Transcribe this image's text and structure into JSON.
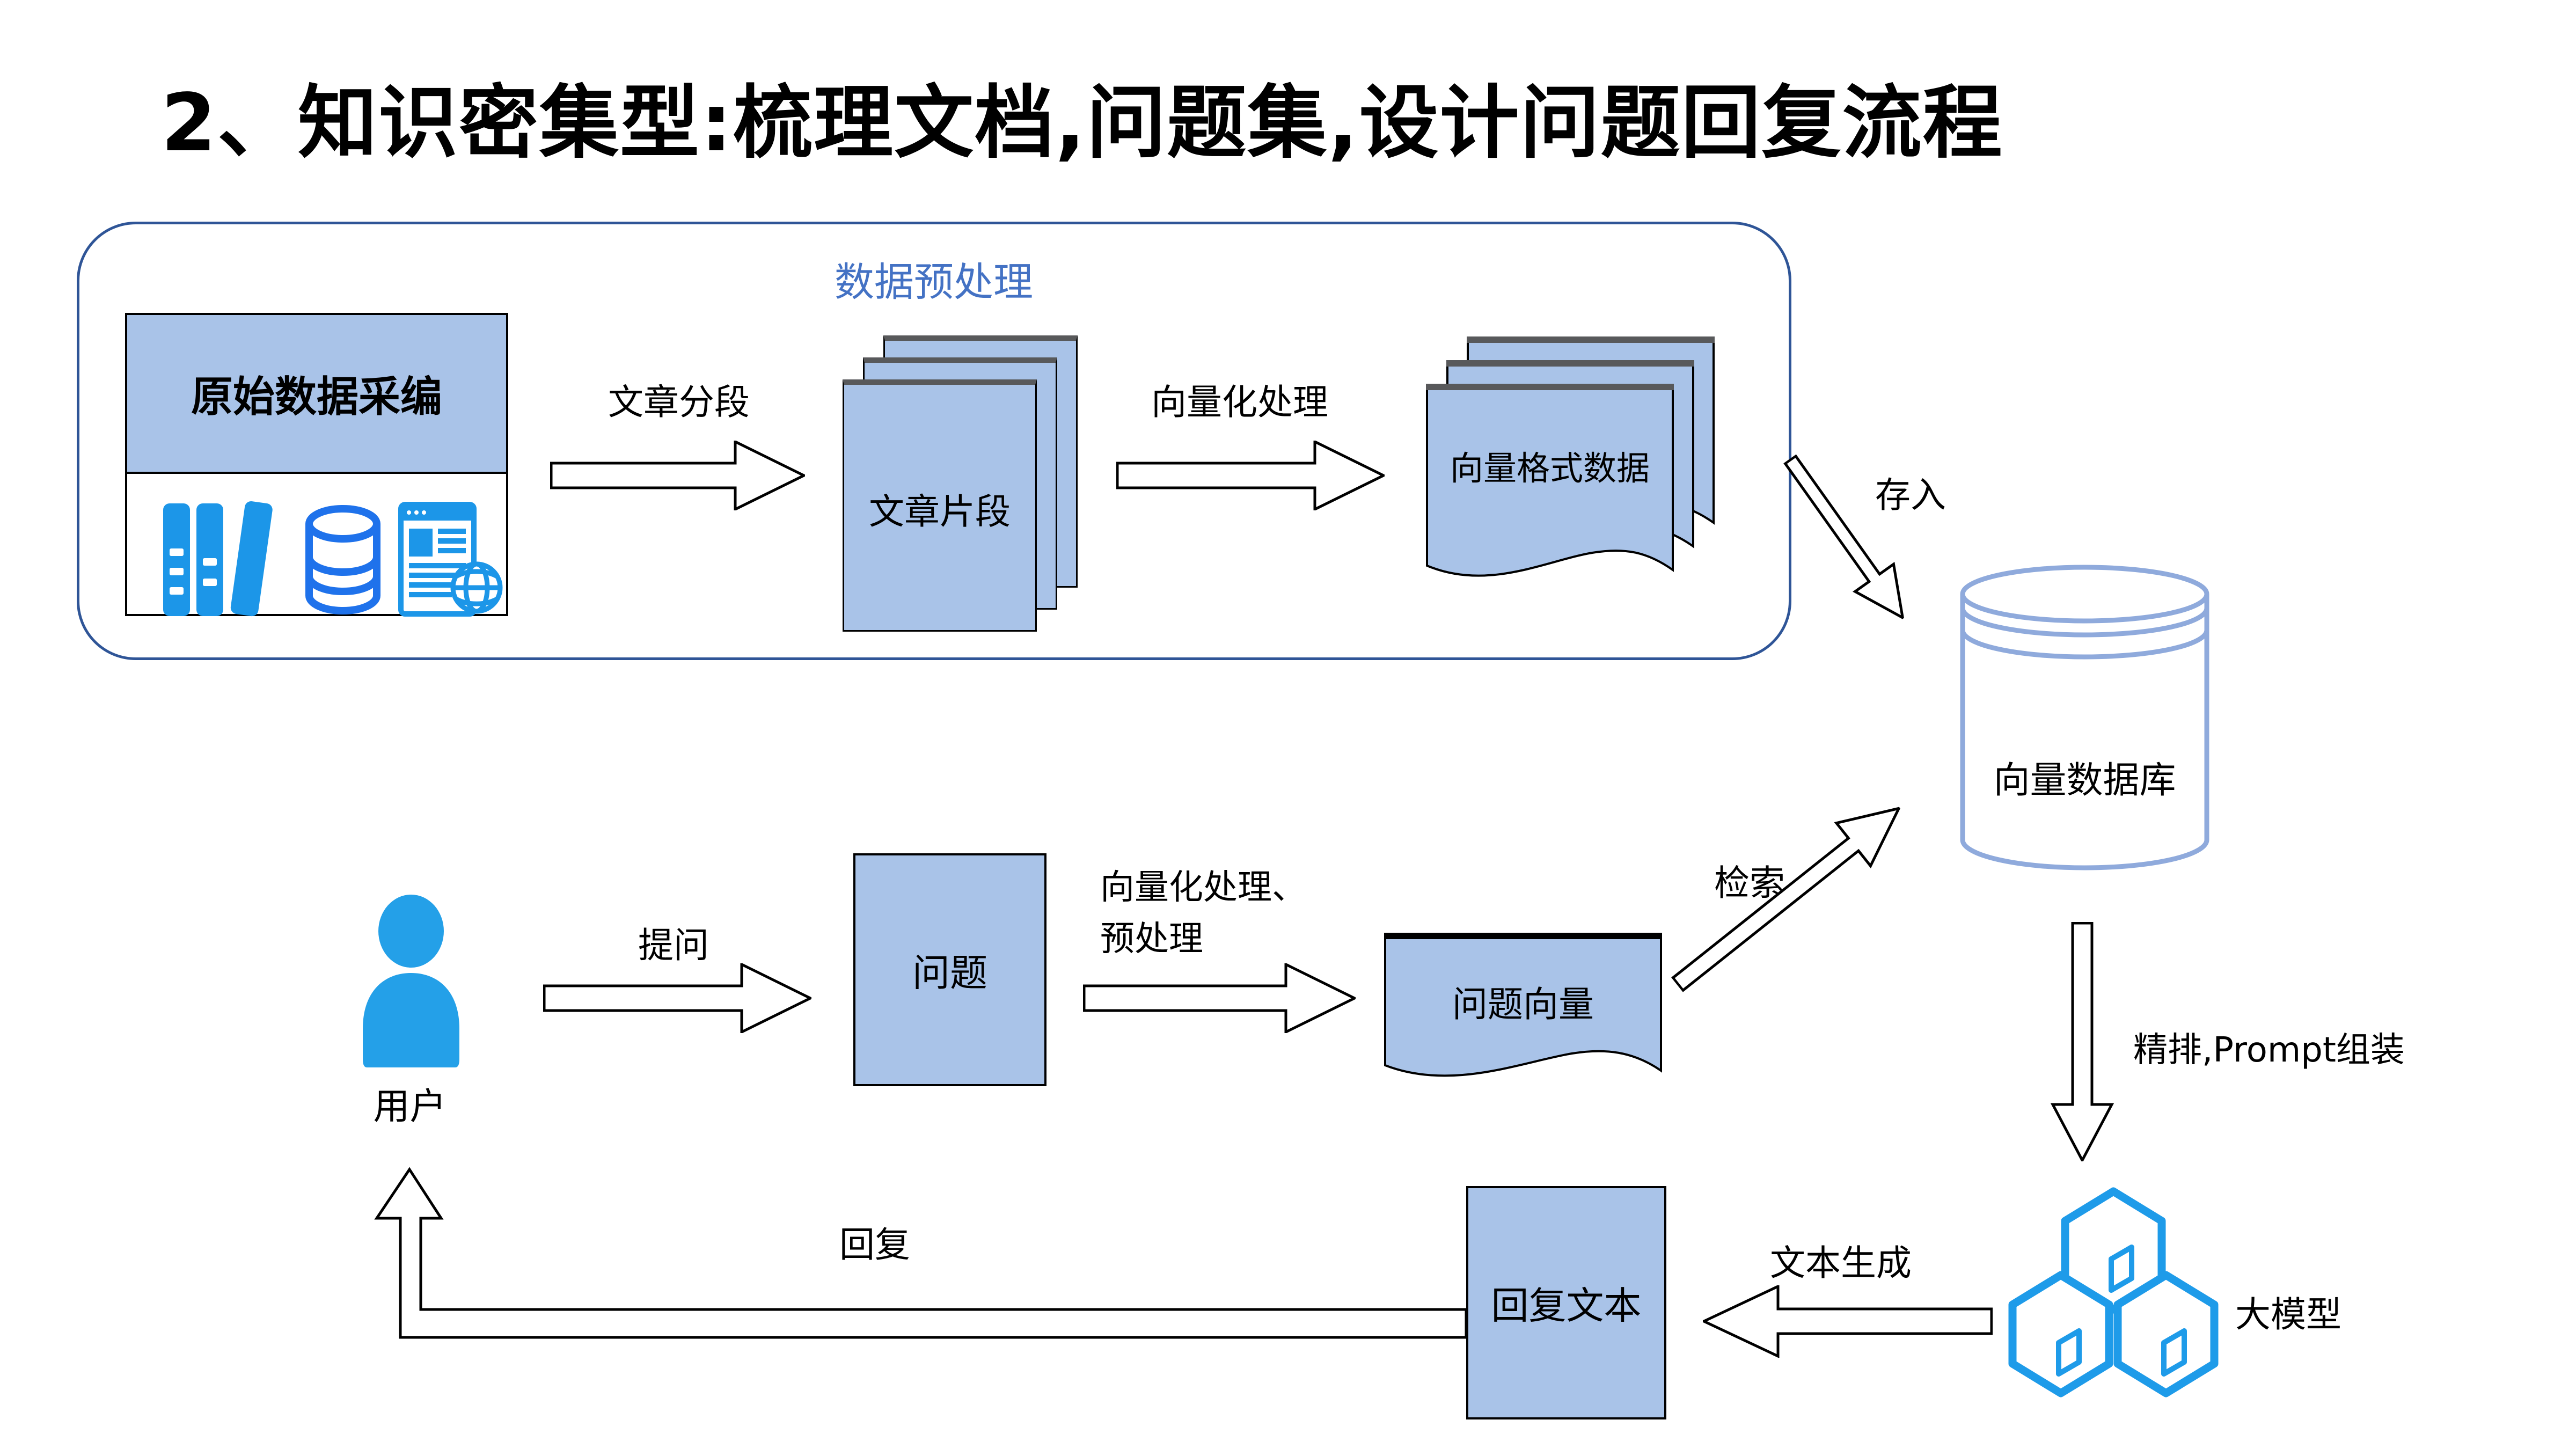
{
  "title": "2、知识密集型:梳理文档,问题集,设计问题回复流程",
  "preprocess": {
    "section_label": "数据预处理",
    "raw_box_title": "原始数据采编",
    "segment_arrow_label": "文章分段",
    "fragments_label": "文章片段",
    "vectorize_arrow_label": "向量化处理",
    "vector_data_label": "向量格式数据"
  },
  "store_arrow_label": "存入",
  "vector_db_label": "向量数据库",
  "retrieve_arrow_label": "检索",
  "rerank_label": "精排,Prompt组装",
  "llm_label": "大模型",
  "generate_arrow_label": "文本生成",
  "reply_box_label": "回复文本",
  "reply_arrow_label": "回复",
  "user_label": "用户",
  "ask_arrow_label": "提问",
  "question_box_label": "问题",
  "vectorize2_line1": "向量化处理、",
  "vectorize2_line2": "预处理",
  "question_vector_label": "问题向量",
  "colors": {
    "box_fill": "#A9C3E8",
    "container_border": "#2F5597",
    "section_label_color": "#4472C4",
    "icon_blue": "#1C96E8",
    "db_icon_blue": "#1F72EB",
    "hexagon_blue": "#1E9BE9",
    "cylinder_stroke": "#8FAADC",
    "stack_top_edge": "#58595B"
  },
  "icons": [
    "books-icon",
    "database-icon",
    "web-document-icon",
    "person-icon",
    "vector-db-cylinder-icon",
    "hexagon-cluster-icon"
  ]
}
